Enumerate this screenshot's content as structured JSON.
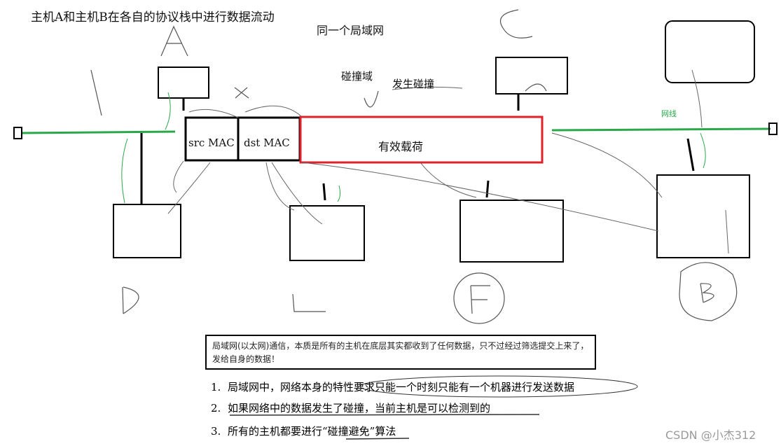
{
  "title": "主机A和主机B在各自的协议栈中进行数据流动",
  "subtitle": "同一个局域网",
  "labels": {
    "collision_domain": "碰撞域",
    "collision_occurs": "发生碰撞",
    "cable": "网线"
  },
  "frame": {
    "src_mac": "src MAC",
    "dst_mac": "dst MAC",
    "payload": "有效载荷"
  },
  "note": "局域网(以太网)通信，本质是所有的主机在底层其实都收到了任何数据，只不过经过筛选提交上来了，发给自身的数据！",
  "list": [
    {
      "num": "1.",
      "text": "局域网中，网络本身的特性要求只能一个时刻只能有一个机器进行发送数据"
    },
    {
      "num": "2.",
      "text": "如果网络中的数据发生了碰撞，当前主机是可以检测到的"
    },
    {
      "num": "3.",
      "text": "所有的主机都要进行“碰撞避免”算法"
    }
  ],
  "watermark": "CSDN @小杰312",
  "colors": {
    "cable": "#2aa84a",
    "payload_border": "#e0202a",
    "ink": "#111111"
  }
}
